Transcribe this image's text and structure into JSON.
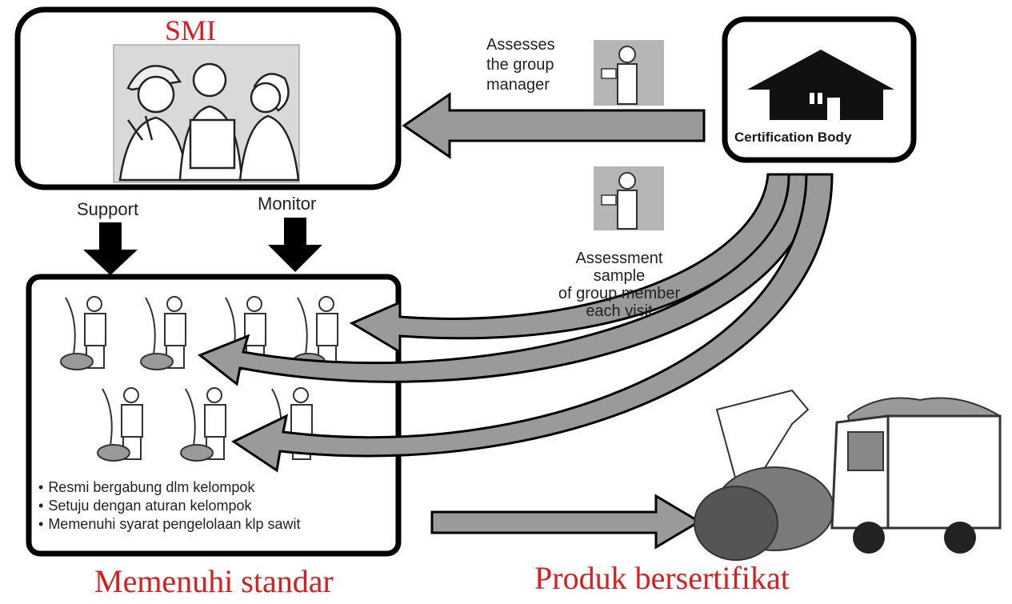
{
  "smi": {
    "title": "SMI"
  },
  "arrows": {
    "support": "Support",
    "monitor": "Monitor"
  },
  "certification_body": {
    "label": "Certification Body"
  },
  "assessor_top": {
    "lines": [
      "Assesses",
      "the group",
      "manager"
    ]
  },
  "assessor_bottom": {
    "lines": [
      "Assessment",
      "sample",
      "of group member",
      "each visit"
    ]
  },
  "group": {
    "rules": [
      "Resmi bergabung dlm kelompok",
      "Setuju dengan aturan kelompok",
      "Memenuhi syarat pengelolaan klp sawit"
    ]
  },
  "captions": {
    "left": "Memenuhi standar",
    "right": "Produk bersertifikat"
  },
  "colors": {
    "accent_red": "#d81e1e",
    "arrow_fill": "#9a9a9a",
    "box_border": "#000000"
  }
}
